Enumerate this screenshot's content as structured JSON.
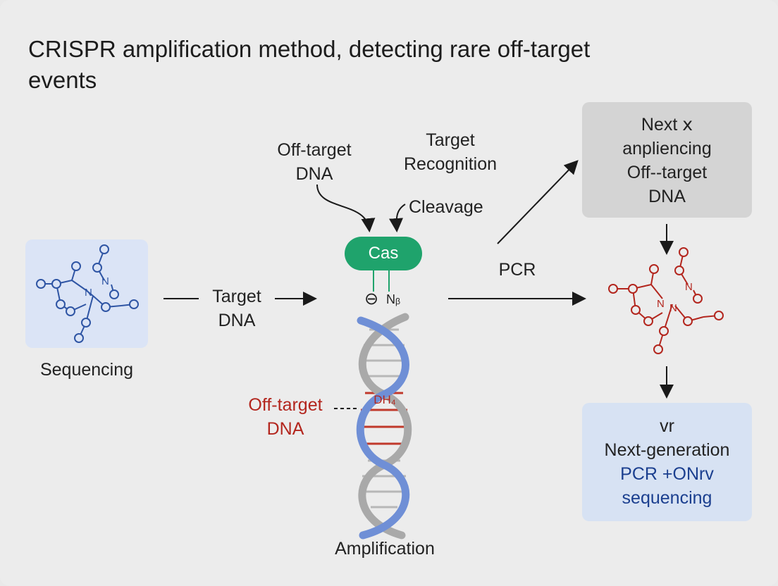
{
  "title": "CRISPR amplification method, detecting rare off-target events",
  "labels": {
    "off_target_top_1": "Off-target",
    "off_target_top_2": "DNA",
    "target_recognition_1": "Target",
    "target_recognition_2": "Recognition",
    "cleavage": "Cleavage",
    "cas": "Cas",
    "target_dna_1": "Target",
    "target_dna_2": "DNA",
    "sequencing": "Sequencing",
    "pcr": "PCR",
    "minus_symbol": "⊖",
    "n_label": "Nᵦ",
    "off_target_red_1": "Off-target",
    "off_target_red_2": "DNA",
    "dna_tag": "DH₄",
    "amplification": "Amplification"
  },
  "next_box": {
    "line1": "Next ⅹ",
    "line2": "anpliencing",
    "line3": "Off--target",
    "line4": "DNA"
  },
  "ngs_box": {
    "line1": "vr",
    "line2": "Next-generation",
    "line3": "PCR +ONrv",
    "line4": "sequencing"
  },
  "colors": {
    "cas_green": "#1fa36c",
    "molecule_blue": "#2f55a4",
    "molecule_red": "#b3261e",
    "helix_blue": "#6f8fd6",
    "helix_gray": "#a9a9a9"
  }
}
